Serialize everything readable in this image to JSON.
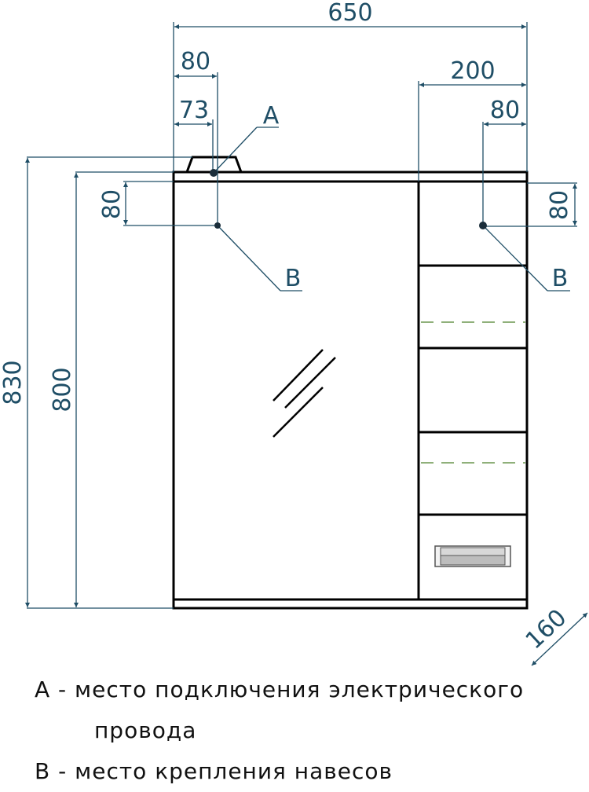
{
  "drawing": {
    "title": "Mirror cabinet dimensional drawing",
    "units": "mm",
    "dimensions": {
      "overall_width": "650",
      "left_offset_b": "80",
      "left_offset_a": "73",
      "right_section_width": "200",
      "right_offset_b": "80",
      "total_height": "830",
      "body_height": "800",
      "left_vertical_offset_b": "80",
      "right_vertical_offset_b": "80",
      "depth": "160"
    },
    "point_labels": {
      "a": "A",
      "b_left": "B",
      "b_right": "B"
    },
    "colors": {
      "dimension": "#1f4e66",
      "outline": "#000000",
      "shelf_dashed": "#8fb07a",
      "handle_fill": "#c8c8c8"
    }
  },
  "legend": {
    "line1": "A - место подключения электрического",
    "line2": "провода",
    "line3": "B - место крепления навесов"
  }
}
